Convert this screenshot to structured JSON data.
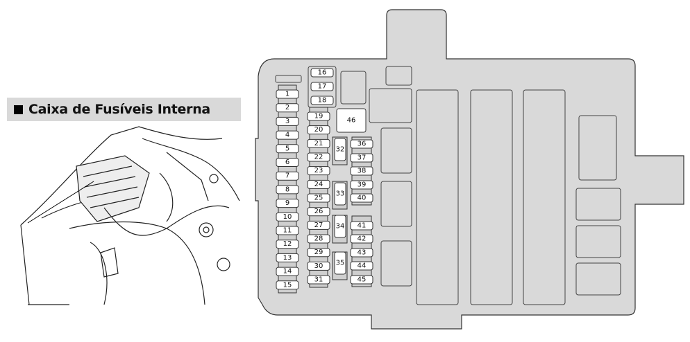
{
  "section_title": "Caixa de Fusíveis Interna",
  "fuse_box": {
    "left_column": [
      "1",
      "2",
      "3",
      "4",
      "5",
      "6",
      "7",
      "8",
      "9",
      "10",
      "11",
      "12",
      "13",
      "14",
      "15"
    ],
    "top_group": [
      "16",
      "17",
      "18"
    ],
    "middle_column": [
      "19",
      "20",
      "21",
      "22",
      "23",
      "24",
      "25",
      "26",
      "27",
      "28",
      "29",
      "30",
      "31"
    ],
    "vertical_fuses": [
      "32",
      "33",
      "34",
      "35"
    ],
    "right_upper": [
      "36",
      "37",
      "38",
      "39",
      "40"
    ],
    "right_lower": [
      "41",
      "42",
      "43",
      "44",
      "45"
    ],
    "large_fuse": "46"
  },
  "colors": {
    "box_fill": "#d9d9d9",
    "outline": "#333333",
    "fuse_fill": "#ffffff"
  }
}
